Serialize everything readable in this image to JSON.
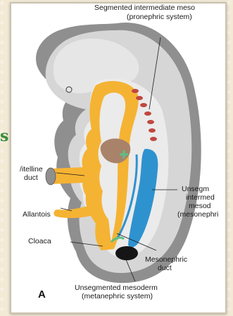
{
  "figure": {
    "panel_letter": "A",
    "cut_letter": "s",
    "labels": {
      "top_line1": "Segmented intermediate meso",
      "top_line2": "(pronephric system)",
      "vitelline_1": "/itelline",
      "vitelline_2": "duct",
      "allantois": "Allantois",
      "cloaca": "Cloaca",
      "unseg_right_1": "Unsegm",
      "unseg_right_2": "intermed",
      "unseg_right_3": "mesod",
      "unseg_right_4": "(mesonephri",
      "mesonephric_1": "Mesonephric",
      "mesonephric_2": "duct",
      "bottom_1": "Unsegmented mesoderm",
      "bottom_2": "(metanephric system)"
    },
    "colors": {
      "embryo_outer": "#8f8f8f",
      "embryo_light": "#cfcfcf",
      "gut": "#f5b333",
      "mesoderm_blue": "#2e92cf",
      "segments": "#c0473f",
      "liver": "#a9826a",
      "metanephros": "#151515",
      "duct_green": "#5cbf84"
    }
  }
}
